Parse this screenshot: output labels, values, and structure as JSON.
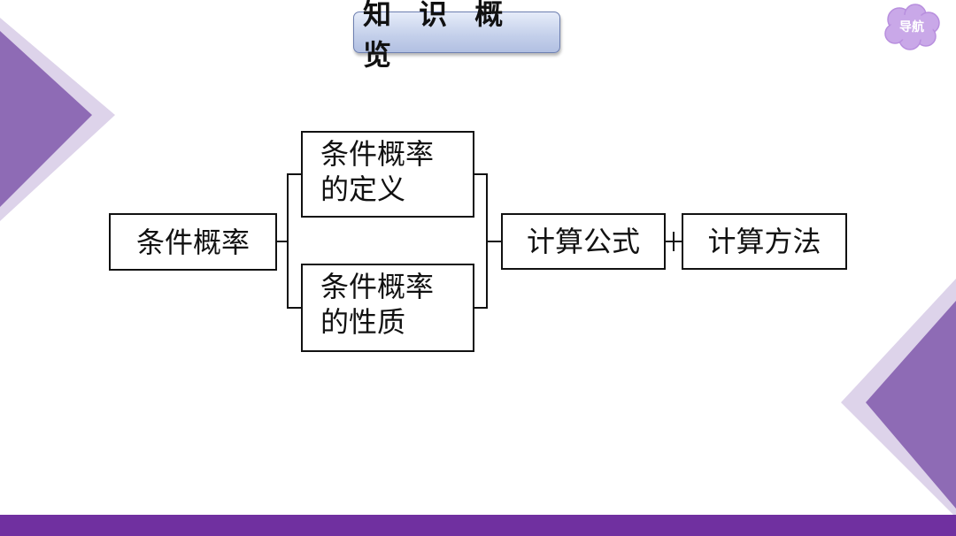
{
  "header": {
    "title": "知 识 概 览",
    "nav_label": "导航"
  },
  "diagram": {
    "root": "条件概率",
    "branch_top": {
      "line1": "条件概率",
      "line2": "的定义"
    },
    "branch_bottom": {
      "line1": "条件概率",
      "line2": "的性质"
    },
    "formula": "计算公式",
    "method": "计算方法"
  },
  "colors": {
    "accent_purple": "#7030a0",
    "triangle_dark": "#8e6bb5",
    "triangle_light": "#ddd3ea",
    "nav_cloud": "#c9a8e8",
    "title_fill": "#c3cfea"
  }
}
